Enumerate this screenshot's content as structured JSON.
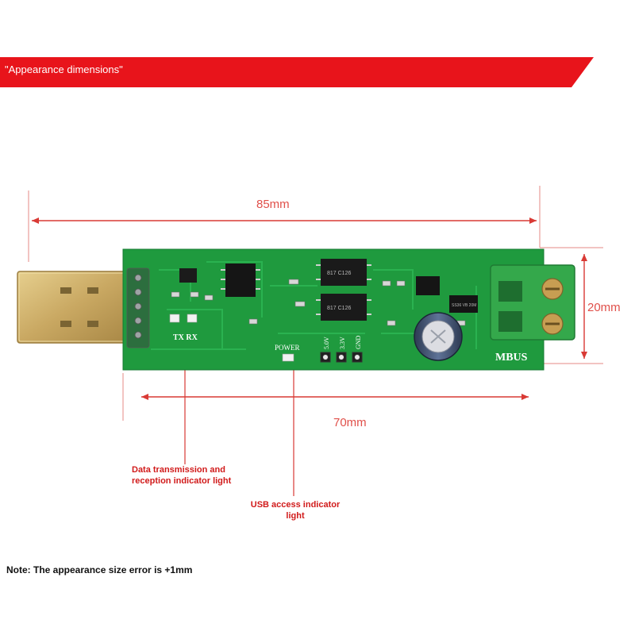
{
  "header": {
    "title": "\"Appearance dimensions\""
  },
  "dimensions": {
    "length": "85mm",
    "width": "20mm",
    "inner_length": "70mm"
  },
  "board": {
    "silk_txrx": "TX RX",
    "silk_power": "POWER",
    "pin_labels": [
      "5.0V",
      "3.3V",
      "GND"
    ],
    "silk_mbus": "MBUS",
    "optocoupler_1": "817 C126",
    "optocoupler_2": "817 C126",
    "ic_mark": "SS36 VB 20M"
  },
  "callouts": {
    "data_indicator_line1": "Data transmission and",
    "data_indicator_line2": "reception indicator light",
    "usb_indicator_line1": "USB access indicator",
    "usb_indicator_line2": "light"
  },
  "footer": {
    "note": "Note: The appearance size error is +1mm"
  },
  "colors": {
    "banner": "#e8141b",
    "pcb": "#1f9a3e",
    "dimension_line": "#d93a35",
    "usb_gold": "#c9a862",
    "terminal": "#34a84b"
  }
}
